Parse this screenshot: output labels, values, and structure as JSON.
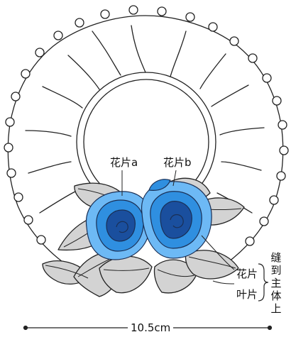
{
  "labels": {
    "petal_a": "花片a",
    "petal_b": "花片b",
    "petal": "花片",
    "leaf": "叶片",
    "sew_note": [
      "缝",
      "到",
      "主",
      "体",
      "上"
    ],
    "width": "10.5cm"
  },
  "colors": {
    "flower_fill": "#2f8fe0",
    "flower_dark": "#1a4f9e",
    "flower_light": "#6db9f5",
    "leaf_fill": "#d3d3d3",
    "stroke": "#222222"
  }
}
